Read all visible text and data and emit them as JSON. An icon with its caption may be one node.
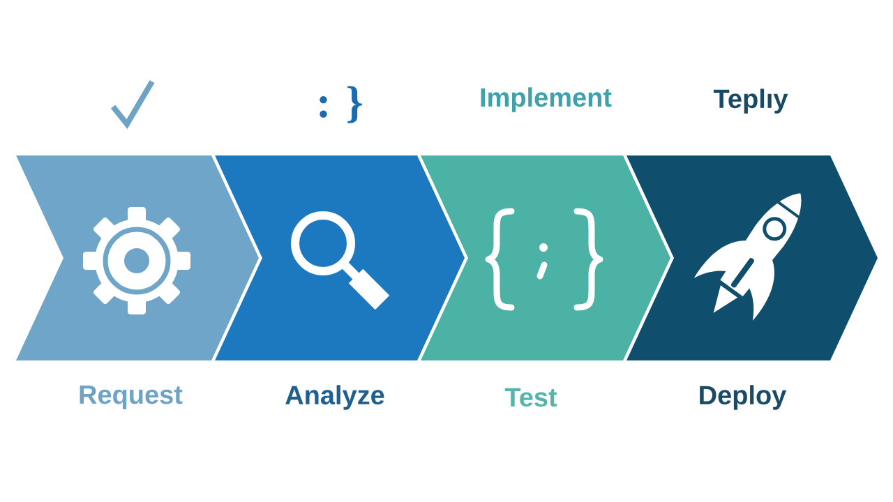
{
  "diagram": {
    "nodes": [
      {
        "text": [
          "Request"
        ]
      },
      {
        "text": [
          "Analyze"
        ]
      },
      {
        "text": [
          "Test"
        ]
      },
      {
        "text": [
          "Deploy"
        ]
      }
    ],
    "labels": [
      ": }",
      "Implement",
      "Teplıy"
    ]
  }
}
